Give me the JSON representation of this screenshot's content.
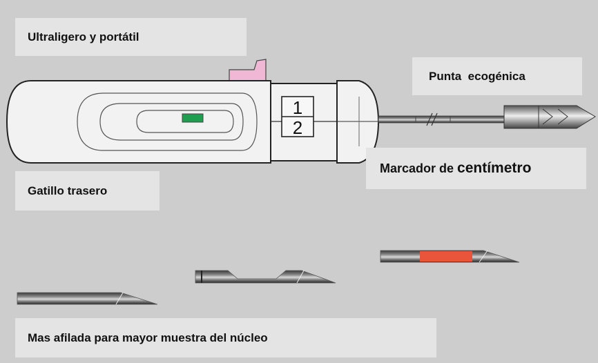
{
  "labels": {
    "ultraligero": "Ultraligero y portátil",
    "punta": "Punta  ecogénica",
    "marcador_prefix": "Marcador de ",
    "marcador_word": "centímetro",
    "gatillo": "Gatillo trasero",
    "afilada": "Mas afilada para mayor muestra del núcleo"
  },
  "device": {
    "marker_digit_1": "1",
    "marker_digit_2": "2"
  },
  "colors": {
    "background": "#cdcdcd",
    "label_box": "#e4e4e4",
    "trigger_tab": "#f1b8d6",
    "window_indicator": "#1f9e4f",
    "sample_notch_fill": "#e8553a"
  }
}
